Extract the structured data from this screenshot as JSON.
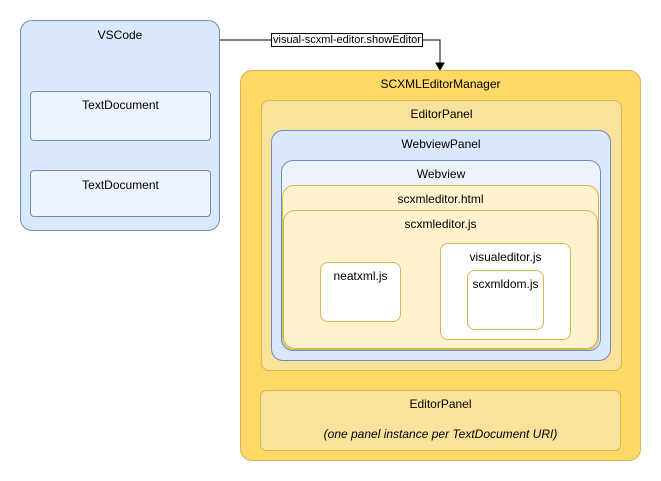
{
  "vscode": {
    "title": "VSCode",
    "documents": [
      {
        "label": "TextDocument"
      },
      {
        "label": "TextDocument"
      }
    ]
  },
  "command": {
    "label": "visual-scxml-editor.showEditor"
  },
  "manager": {
    "title": "SCXMLEditorManager",
    "editor_panel": {
      "title": "EditorPanel",
      "webview_panel": {
        "title": "WebviewPanel",
        "webview": {
          "title": "Webview",
          "html": {
            "title": "scxmleditor.html",
            "script": {
              "title": "scxmleditor.js",
              "neatxml": {
                "title": "neatxml.js"
              },
              "visualeditor": {
                "title": "visualeditor.js",
                "scxmldom": {
                  "title": "scxmldom.js"
                }
              }
            }
          }
        }
      }
    },
    "second_panel": {
      "title": "EditorPanel",
      "note": "(one panel instance per TextDocument URI)"
    }
  },
  "colors": {
    "blue_fill": "#dae8fc",
    "blue_stroke": "#6c8ebf",
    "gold_fill": "#ffd966",
    "gold_stroke": "#d6b656",
    "cream_fill": "#fff2cc"
  }
}
